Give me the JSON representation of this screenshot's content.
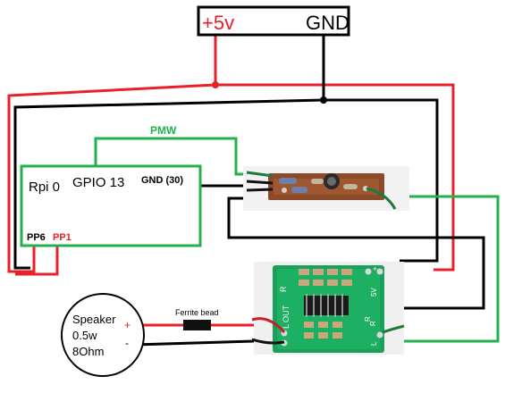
{
  "power": {
    "vplus": "+5v",
    "gnd": "GND"
  },
  "rpi": {
    "title": "Rpi 0",
    "gpio": "GPIO 13",
    "gnd_pin": "GND (30)",
    "pp6": "PP6",
    "pp1": "PP1"
  },
  "signal": {
    "pwm": "PMW"
  },
  "ferrite": {
    "label": "Ferrite bead"
  },
  "speaker": {
    "title": "Speaker",
    "power": "0.5w",
    "impedance": "8Ohm",
    "plus": "+",
    "minus": "-"
  },
  "amp_board": {
    "r_top": "R",
    "l_out": "L OUT",
    "r_bottom": "R",
    "side_plus": "+",
    "side_5v": "5V",
    "side_r": "R",
    "side_l": "L"
  },
  "colors": {
    "red": "#e8202a",
    "green": "#22b14c",
    "black": "#000000",
    "pcb": "#1aa05a",
    "filter_pcb": "#8b4a2a"
  }
}
